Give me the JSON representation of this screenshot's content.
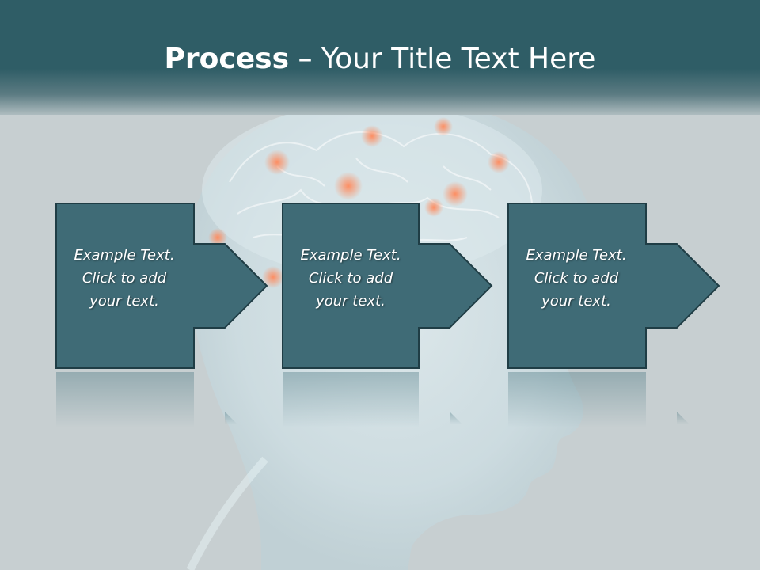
{
  "slide": {
    "title_bold": "Process",
    "title_rest": " – Your Title Text Here"
  },
  "steps": [
    {
      "line1": "Example Text.",
      "line2": "Click  to add",
      "line3": "your text."
    },
    {
      "line1": "Example Text.",
      "line2": "Click  to add",
      "line3": "your text."
    },
    {
      "line1": "Example Text.",
      "line2": "Click  to add",
      "line3": "your text."
    }
  ],
  "colors": {
    "header": "#2f5d66",
    "box_fill": "#3f6b76",
    "box_stroke": "#1f3d45",
    "background": "#c7cfd1"
  }
}
